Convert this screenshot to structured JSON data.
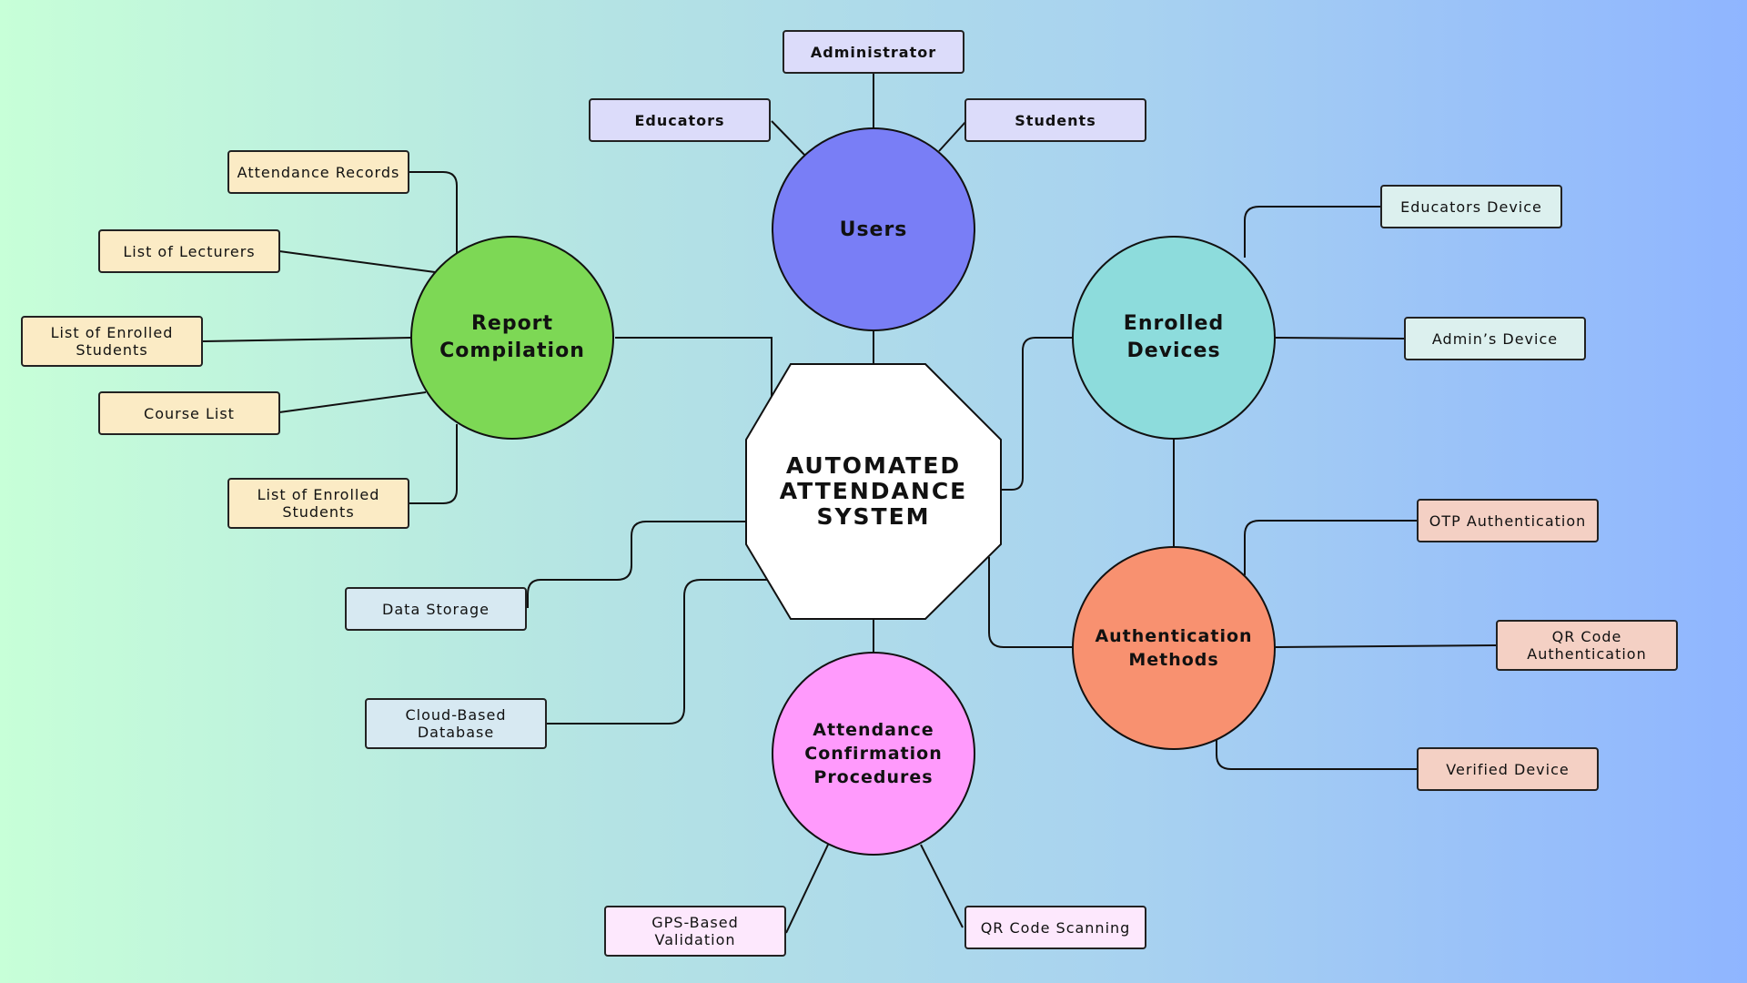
{
  "colors": {
    "users": "#797ef6",
    "report": "#7dd855",
    "enrolled": "#8ddcdc",
    "auth": "#f89170",
    "attendance": "#ff9afc",
    "users_leaf": "#dcdcfa",
    "report_leaf": "#fbebc5",
    "storage_leaf": "#d7e9f2",
    "enrolled_leaf": "#dcf0ee",
    "auth_leaf": "#f4d0c4",
    "attendance_leaf": "#fde8fd"
  },
  "center": {
    "title": "AUTOMATED ATTENDANCE SYSTEM"
  },
  "hubs": {
    "users": "Users",
    "report": "Report Compilation",
    "enrolled": "Enrolled Devices",
    "auth": "Authentication Methods",
    "attendance": "Attendance Confirmation Procedures"
  },
  "users_items": [
    "Administrator",
    "Educators",
    "Students"
  ],
  "report_items": [
    "Attendance Records",
    "List of Lecturers",
    "List of Enrolled Students",
    "Course List",
    "List of Enrolled Students"
  ],
  "storage_items": [
    "Data Storage",
    "Cloud-Based Database"
  ],
  "enrolled_items": [
    "Educators Device",
    "Admin’s Device"
  ],
  "auth_items": [
    "OTP Authentication",
    "QR Code Authentication",
    "Verified Device"
  ],
  "attendance_items": [
    "GPS-Based Validation",
    "QR Code Scanning"
  ]
}
